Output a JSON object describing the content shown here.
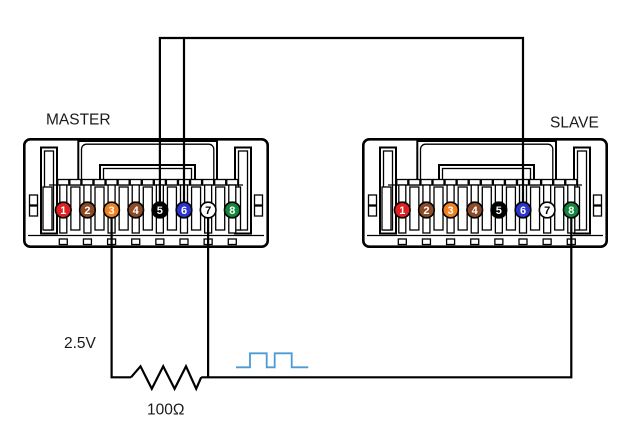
{
  "labels": {
    "master": "MASTER",
    "slave": "SLAVE",
    "voltage": "2.5V",
    "resistance": "100Ω"
  },
  "colors": {
    "wire": "#000000",
    "signal_wave": "#4d9bd5",
    "ink": "#1a1a1a"
  },
  "connectors": [
    {
      "id": "master",
      "label": "MASTER",
      "pins": [
        {
          "number": "1",
          "color": "#e02020",
          "number_color": "#ffffff"
        },
        {
          "number": "2",
          "color": "#8c4a26",
          "number_color": "#ffffff"
        },
        {
          "number": "3",
          "color": "#f08020",
          "number_color": "#ffffff"
        },
        {
          "number": "4",
          "color": "#8c4a26",
          "number_color": "#ffffff"
        },
        {
          "number": "5",
          "color": "#000000",
          "number_color": "#ffffff"
        },
        {
          "number": "6",
          "color": "#2b35cd",
          "number_color": "#ffffff"
        },
        {
          "number": "7",
          "color": "#ffffff",
          "number_color": "#000000"
        },
        {
          "number": "8",
          "color": "#12863b",
          "number_color": "#ffffff"
        }
      ]
    },
    {
      "id": "slave",
      "label": "SLAVE",
      "pins": [
        {
          "number": "1",
          "color": "#e02020",
          "number_color": "#ffffff"
        },
        {
          "number": "2",
          "color": "#8c4a26",
          "number_color": "#ffffff"
        },
        {
          "number": "3",
          "color": "#f08020",
          "number_color": "#ffffff"
        },
        {
          "number": "4",
          "color": "#8c4a26",
          "number_color": "#ffffff"
        },
        {
          "number": "5",
          "color": "#000000",
          "number_color": "#ffffff"
        },
        {
          "number": "6",
          "color": "#2b35cd",
          "number_color": "#ffffff"
        },
        {
          "number": "7",
          "color": "#ffffff",
          "number_color": "#000000"
        },
        {
          "number": "8",
          "color": "#12863b",
          "number_color": "#ffffff"
        }
      ]
    }
  ],
  "connections": [
    {
      "from": "master-pin-5",
      "to": "slave-pin-6",
      "via": "top bus"
    },
    {
      "from": "master-pin-6",
      "to": "slave-pin-6",
      "via": "top bus"
    },
    {
      "from": "master-pin-3",
      "to": "master-pin-7",
      "via": "100Ω resistor"
    },
    {
      "from": "master-pin-7",
      "to": "slave-pin-8",
      "via": "bottom wire"
    }
  ],
  "signal": {
    "type": "square-wave"
  }
}
